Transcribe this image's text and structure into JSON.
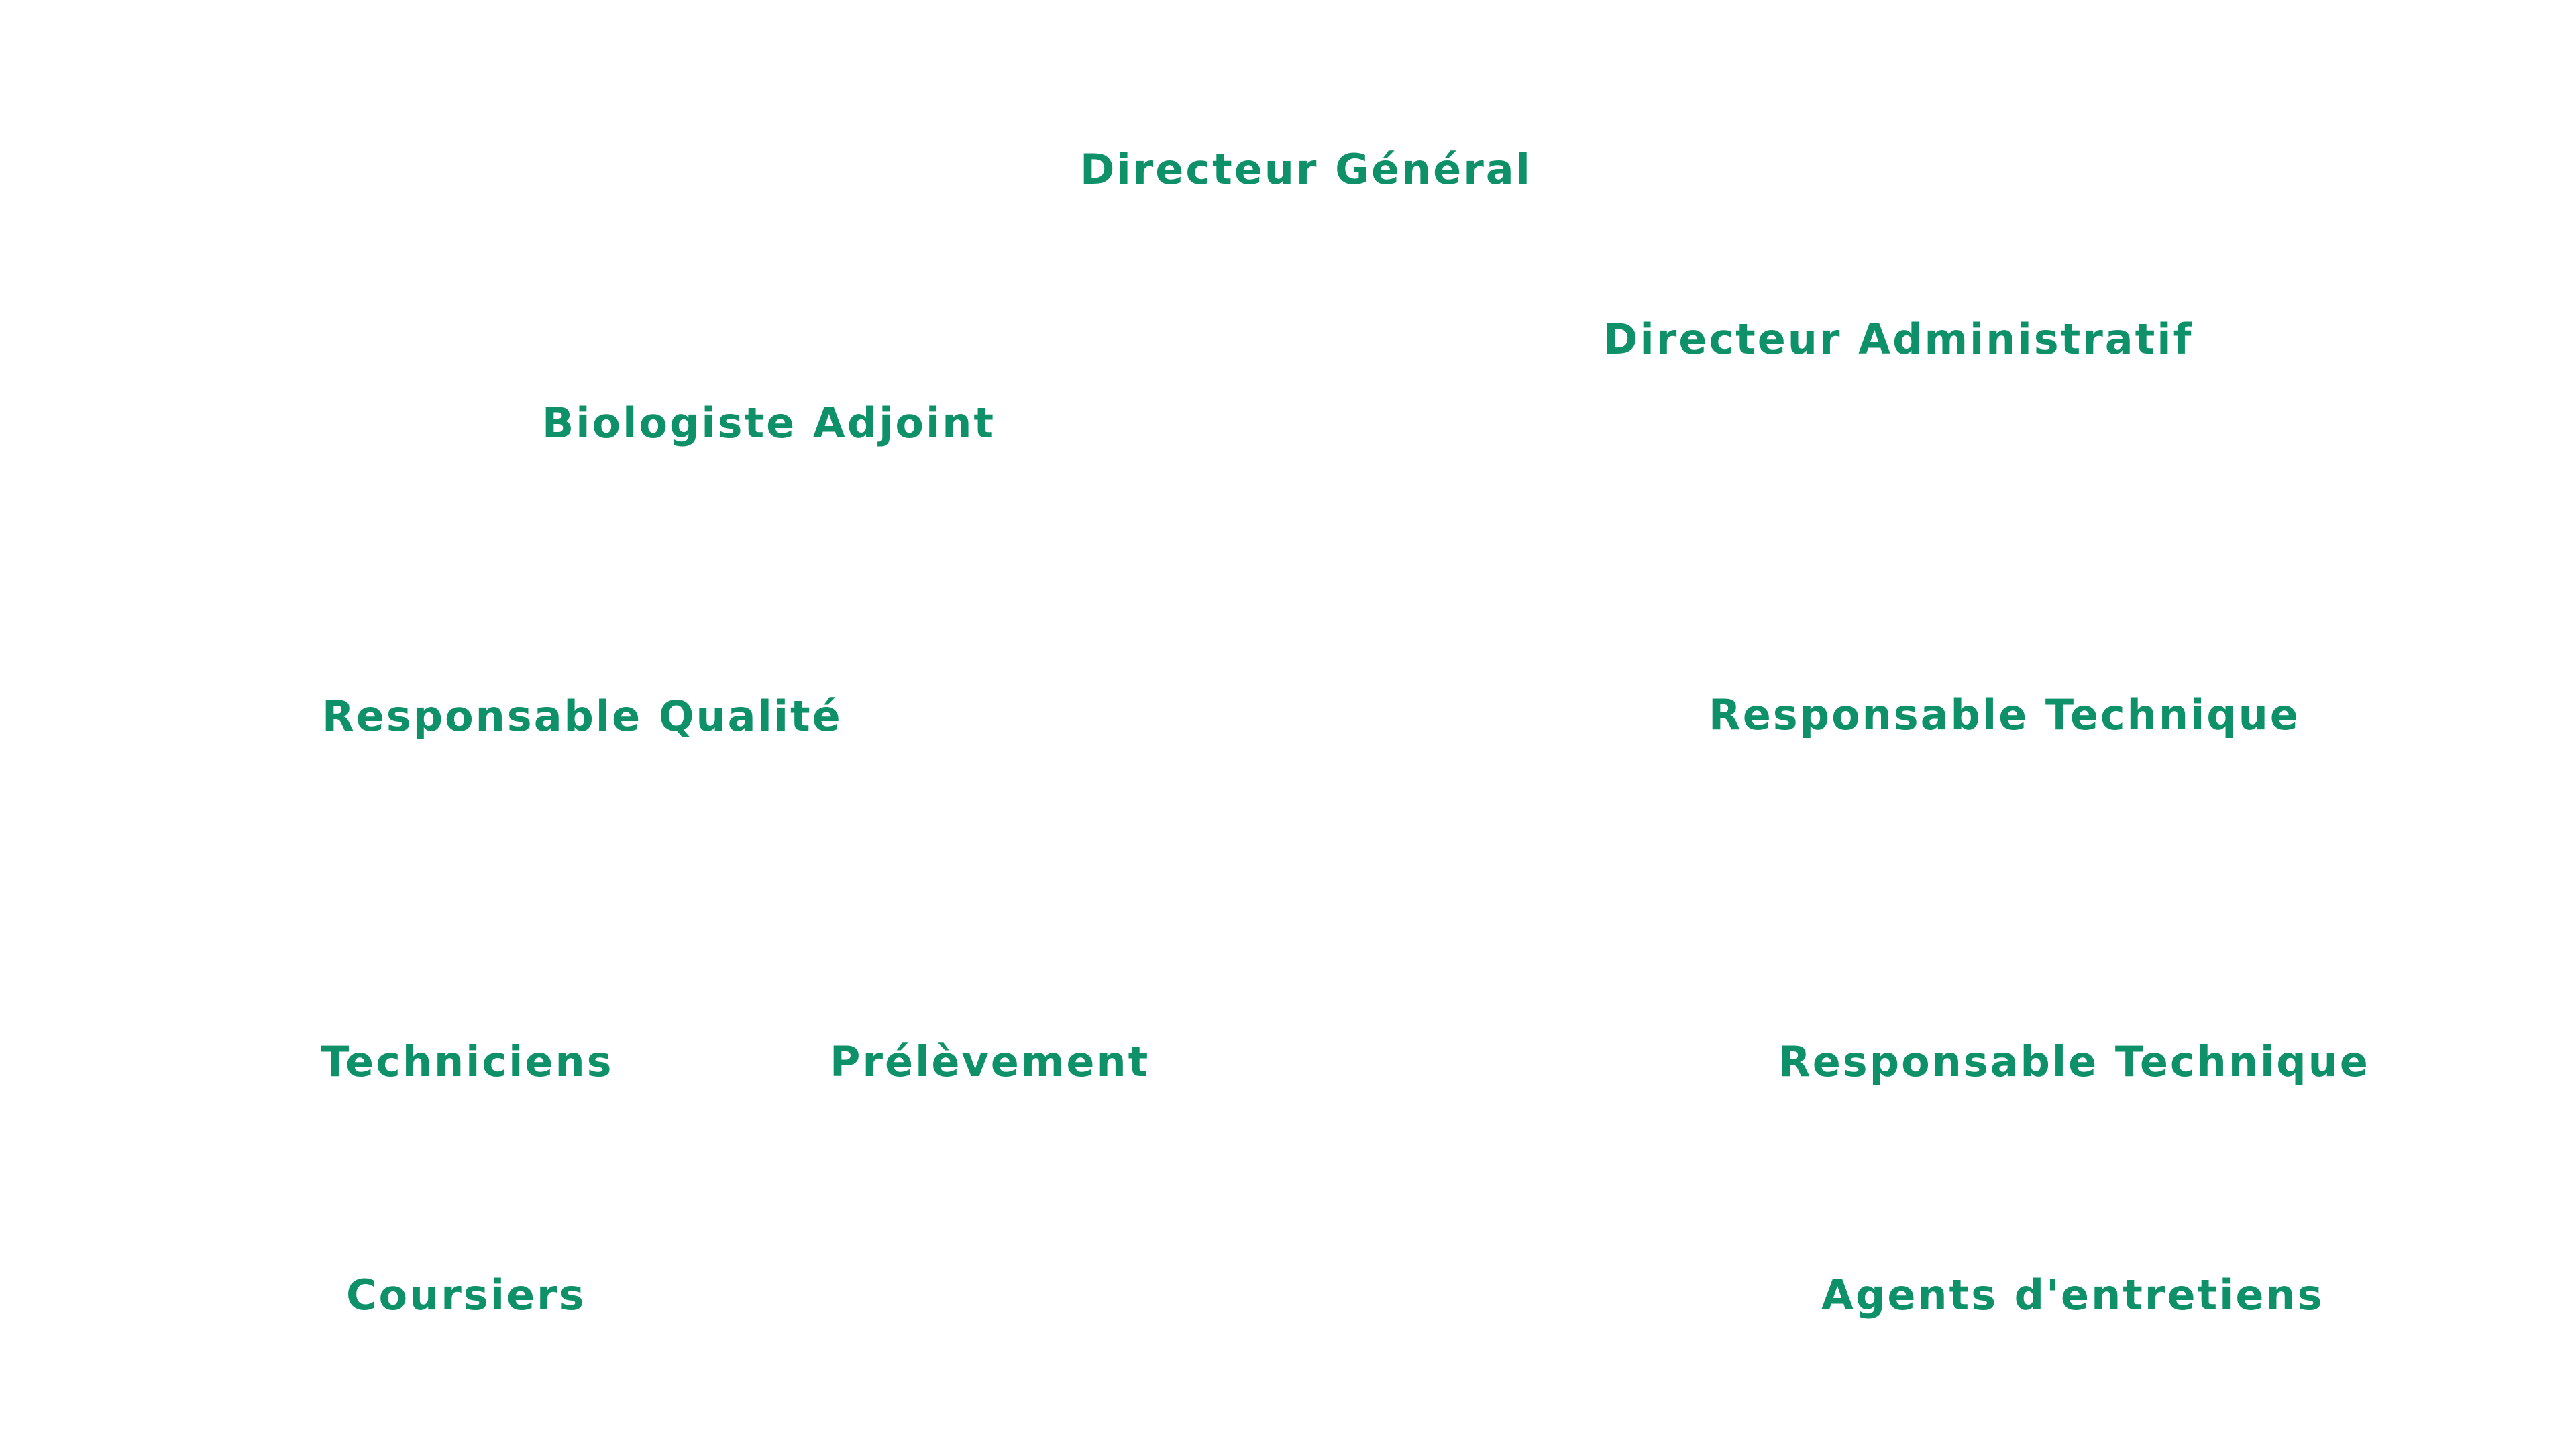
{
  "nodes": {
    "directeur_general": "Directeur Général",
    "directeur_administratif": "Directeur Administratif",
    "biologiste_adjoint": "Biologiste Adjoint",
    "responsable_qualite": "Responsable Qualité",
    "responsable_technique_1": "Responsable Technique",
    "techniciens": "Techniciens",
    "prelevement": "Prélèvement",
    "responsable_technique_2": "Responsable Technique",
    "coursiers": "Coursiers",
    "agents_entretiens": "Agents d'entretiens"
  },
  "colors": {
    "label": "#0e9168",
    "background": "#ffffff"
  }
}
